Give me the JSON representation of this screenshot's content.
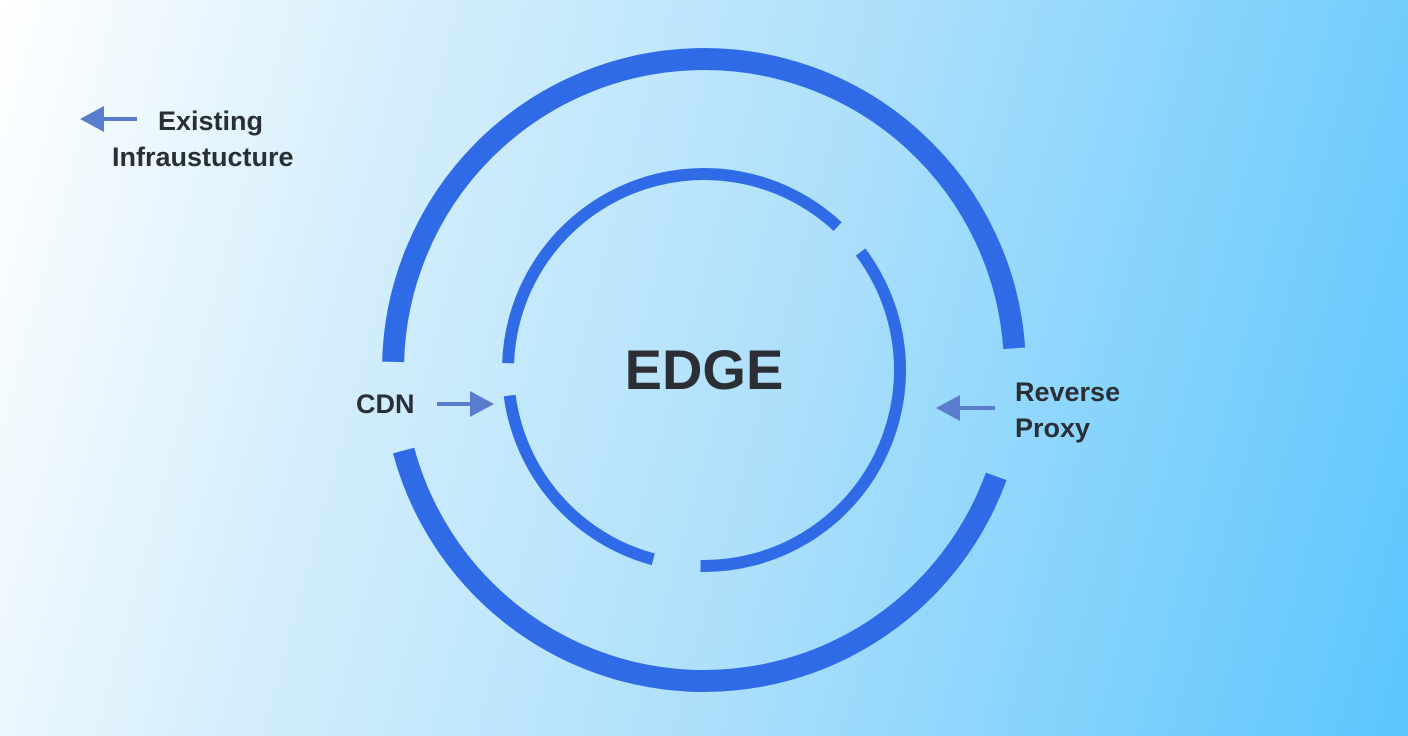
{
  "center_label": "EDGE",
  "labels": {
    "existing_line1": "Existing",
    "existing_line2": "Infraustucture",
    "cdn": "CDN",
    "reverse_line1": "Reverse",
    "reverse_line2": "Proxy"
  },
  "colors": {
    "ring": "#2f6be6",
    "arrow": "#5a7ccc",
    "text": "#2a2f36"
  }
}
